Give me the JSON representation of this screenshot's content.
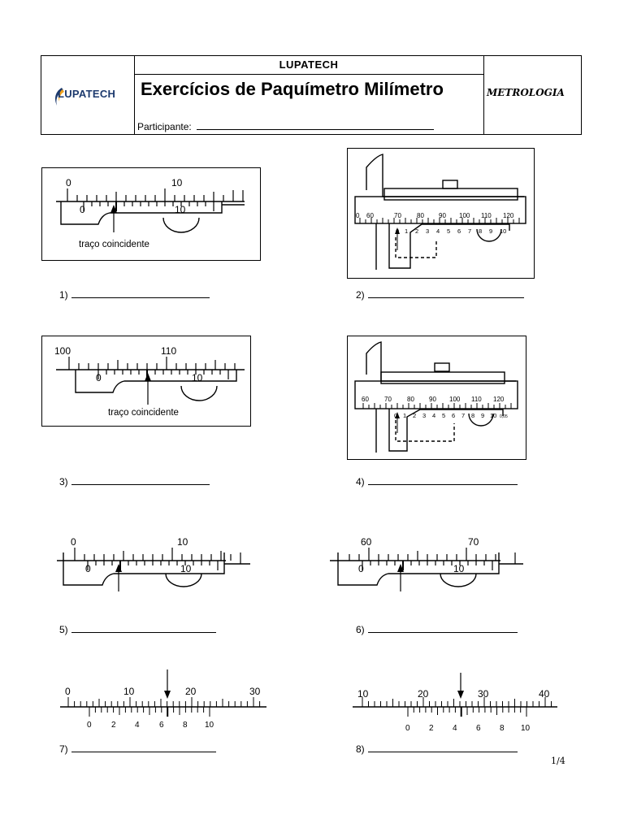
{
  "header": {
    "logo_text": "LUPATECH",
    "company": "LUPATECH",
    "title": "Exercícios de Paquímetro Milímetro",
    "participant_label": "Participante:",
    "subject": "METROLOGIA"
  },
  "figures": {
    "ex1": {
      "main_labels": [
        "0",
        "10"
      ],
      "vernier_labels": [
        "0",
        "10"
      ],
      "caption": "traço coincidente"
    },
    "ex2": {
      "main_labels": [
        "0",
        "60",
        "70",
        "80",
        "90",
        "100",
        "110",
        "120"
      ],
      "vernier_labels": [
        "0",
        "1",
        "2",
        "3",
        "4",
        "5",
        "6",
        "7",
        "8",
        "9",
        "10"
      ]
    },
    "ex3": {
      "main_labels": [
        "100",
        "110"
      ],
      "vernier_labels": [
        "0",
        "10"
      ],
      "caption": "traço coincidente"
    },
    "ex4": {
      "main_labels": [
        "60",
        "70",
        "80",
        "90",
        "100",
        "110",
        "120"
      ],
      "vernier_labels": [
        "0",
        "1",
        "2",
        "3",
        "4",
        "5",
        "6",
        "7",
        "8",
        "9",
        "10"
      ],
      "unit": "0,05"
    },
    "ex5": {
      "main_labels": [
        "0",
        "10"
      ],
      "vernier_labels": [
        "0",
        "10"
      ]
    },
    "ex6": {
      "main_labels": [
        "60",
        "70"
      ],
      "vernier_labels": [
        "0",
        "10"
      ]
    },
    "ex7": {
      "main_labels": [
        "0",
        "10",
        "20",
        "30"
      ],
      "vernier_labels": [
        "0",
        "2",
        "4",
        "6",
        "8",
        "10"
      ]
    },
    "ex8": {
      "main_labels": [
        "10",
        "20",
        "30",
        "40"
      ],
      "vernier_labels": [
        "0",
        "2",
        "4",
        "6",
        "8",
        "10"
      ]
    }
  },
  "answers": [
    {
      "label": "1)"
    },
    {
      "label": "2)"
    },
    {
      "label": "3)"
    },
    {
      "label": "4)"
    },
    {
      "label": "5)"
    },
    {
      "label": "6)"
    },
    {
      "label": "7)"
    },
    {
      "label": "8)"
    }
  ],
  "page_number": "1/4"
}
